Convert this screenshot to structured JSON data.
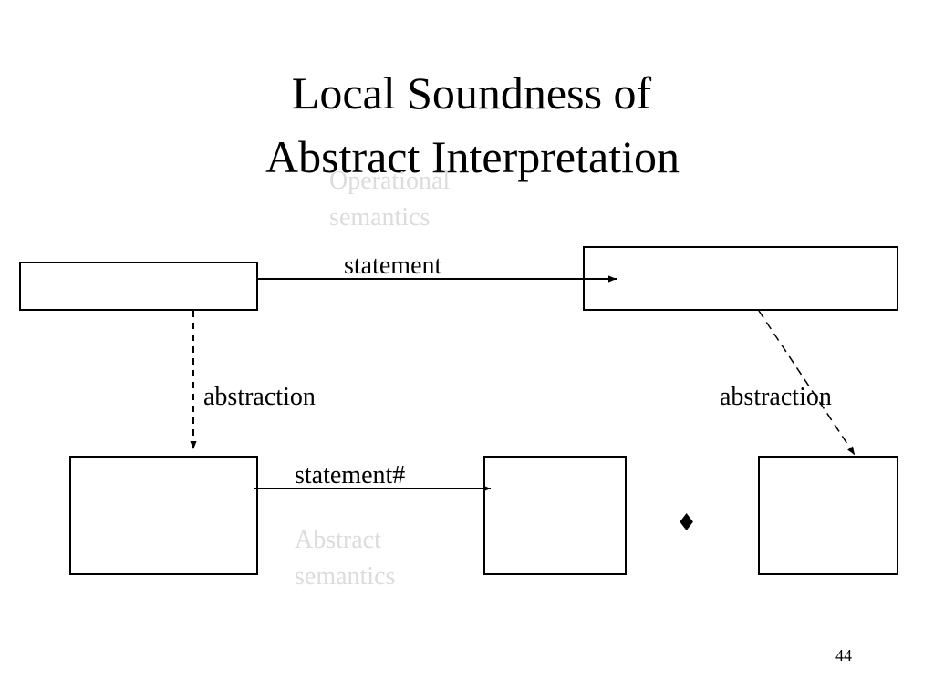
{
  "slide": {
    "title_line1": "Local Soundness of",
    "title_line2": "Abstract Interpretation",
    "page_number": "44"
  },
  "diagram": {
    "operational_label_line1": "Operational",
    "operational_label_line2": "semantics",
    "abstract_label_line1": "Abstract",
    "abstract_label_line2": "semantics",
    "statement_label": "statement",
    "statement_abs_label": "statement#",
    "abstraction_left_label": "abstraction",
    "abstraction_right_label": "abstraction",
    "order_symbol": "♦"
  }
}
